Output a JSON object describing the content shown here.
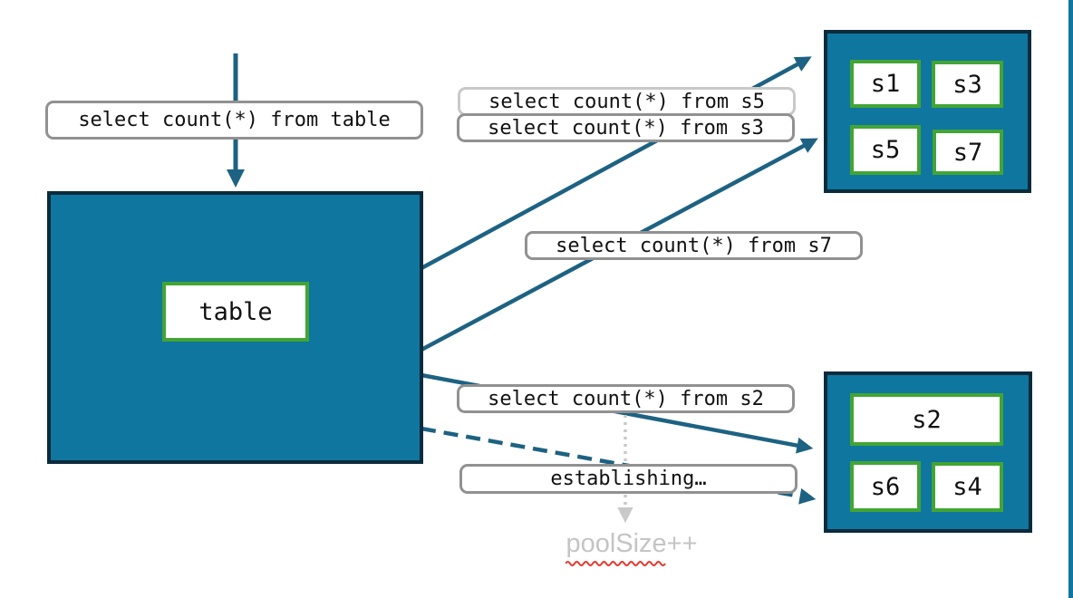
{
  "colors": {
    "teal-fill": "#0F76A0",
    "navy-border": "#0C2B3B",
    "green-border": "#42A534",
    "arrow-teal": "#1D6282",
    "label-border": "#919191",
    "label-border-light": "#C9C9C9",
    "dotted-gray": "#C9C9C9",
    "pool-gray": "#C4C4C4",
    "squiggle-red": "#E8392E",
    "text-dark": "#111111"
  },
  "queries": {
    "table": "select count(*) from table",
    "s5": "select count(*) from s5",
    "s3": "select count(*) from s3",
    "s7": "select count(*) from s7",
    "s2": "select count(*) from s2",
    "establishing": "establishing…"
  },
  "main_table": {
    "label": "table"
  },
  "shard_group_top": {
    "shards": [
      "s1",
      "s3",
      "s5",
      "s7"
    ]
  },
  "shard_group_bottom": {
    "shards": [
      "s2",
      "s6",
      "s4"
    ]
  },
  "pool_note": {
    "label": "poolSize++"
  }
}
